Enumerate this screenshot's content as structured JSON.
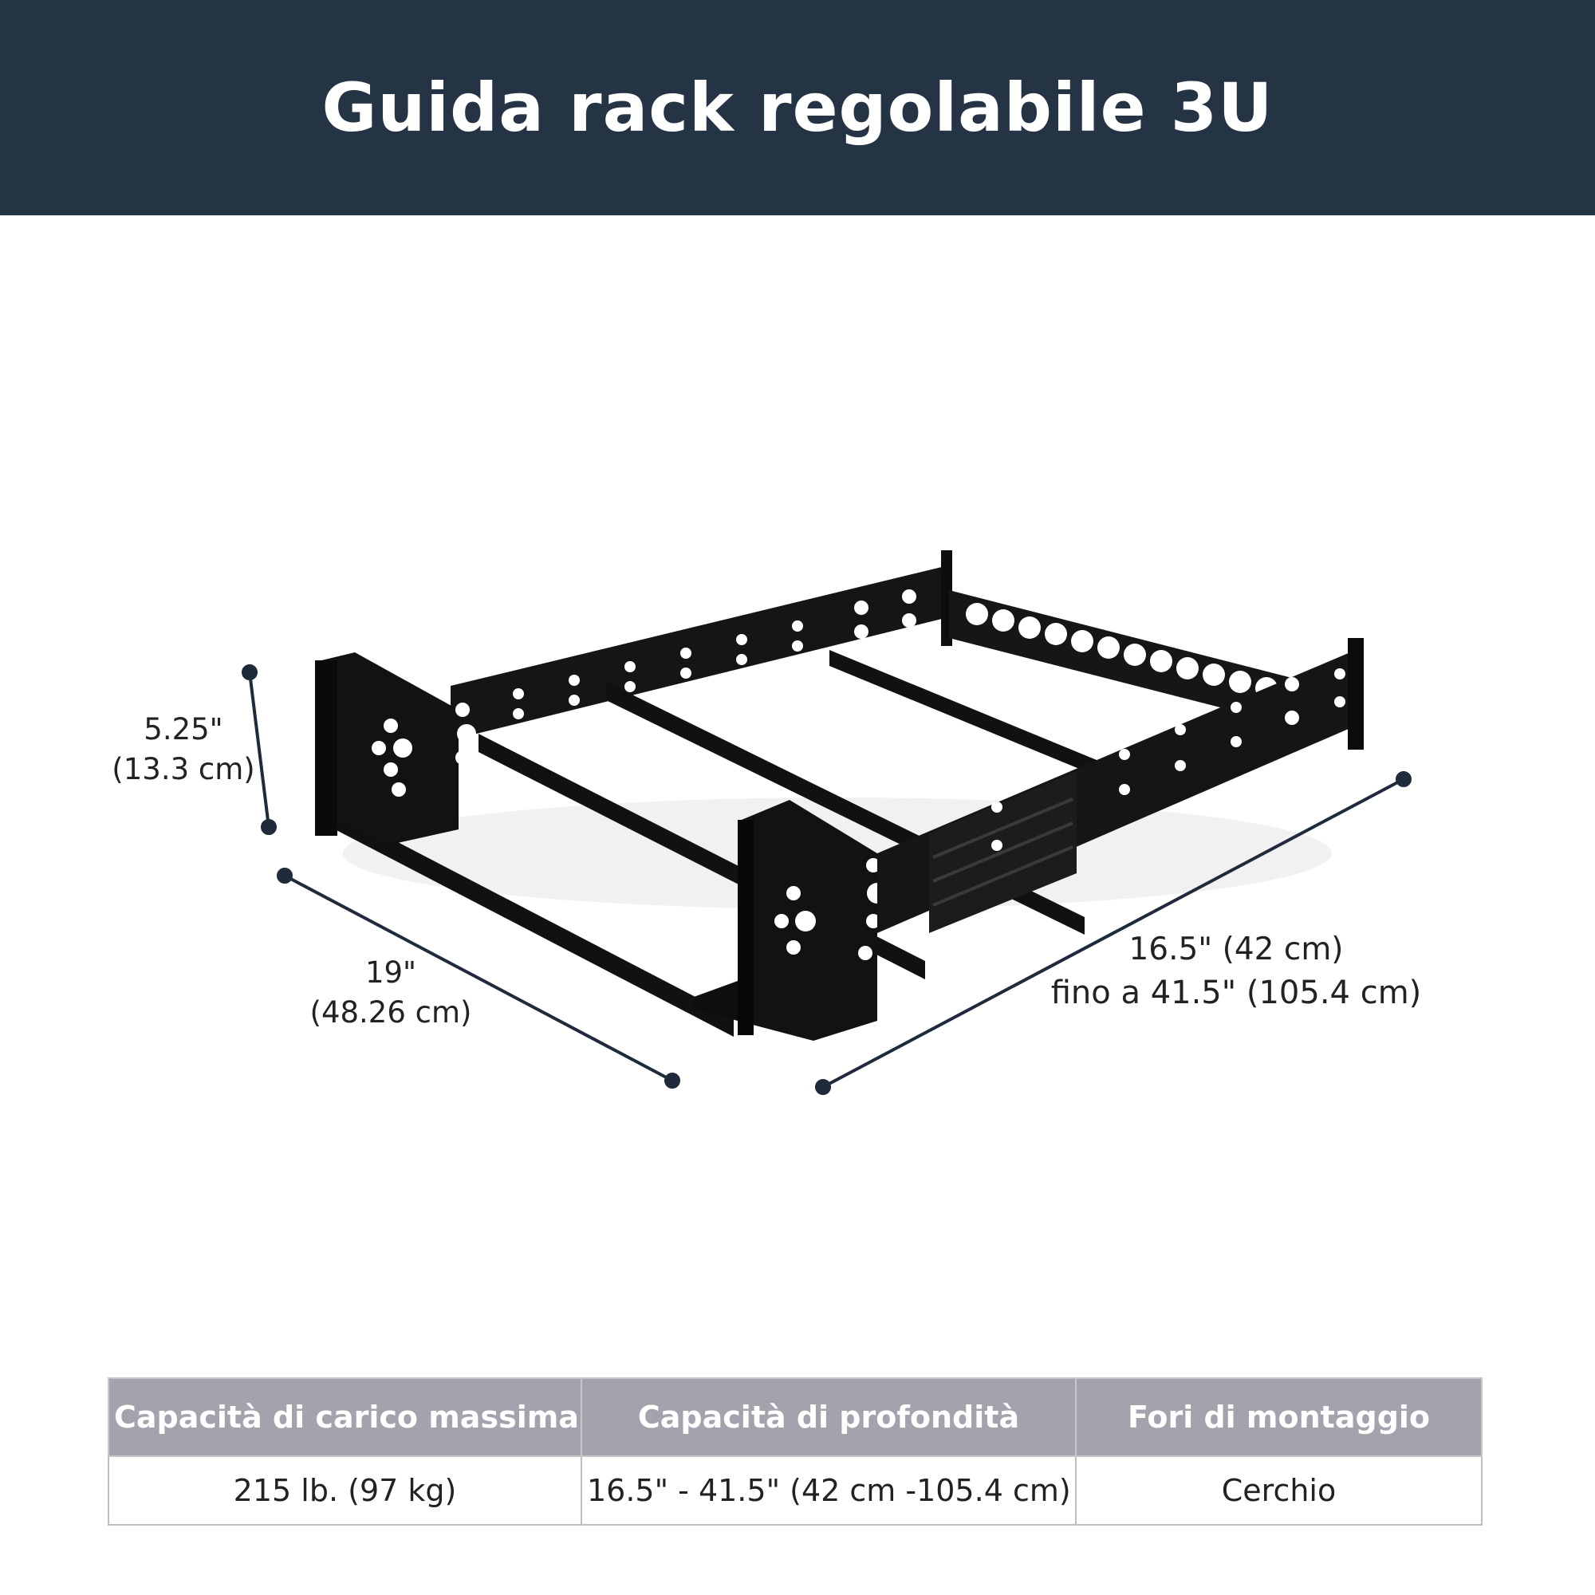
{
  "header": {
    "title": "Guida rack regolabile 3U",
    "background_color": "#253444"
  },
  "dimensions": {
    "height": {
      "line1": "5.25\"",
      "line2": "(13.3 cm)"
    },
    "width": {
      "line1": "19\"",
      "line2": "(48.26 cm)"
    },
    "depth": {
      "line1": "16.5\" (42 cm)",
      "line2": "fino a 41.5\" (105.4 cm)"
    },
    "line_color": "#1f2a3a"
  },
  "specs_table": {
    "headers": [
      "Capacità di carico massima",
      "Capacità di profondità",
      "Fori di montaggio"
    ],
    "values": [
      "215 lb. (97 kg)",
      "16.5\" - 41.5\" (42 cm -105.4 cm)",
      "Cerchio"
    ],
    "header_color": "#a3a3ad"
  },
  "product_image": {
    "icon": "rack-rail-image"
  }
}
